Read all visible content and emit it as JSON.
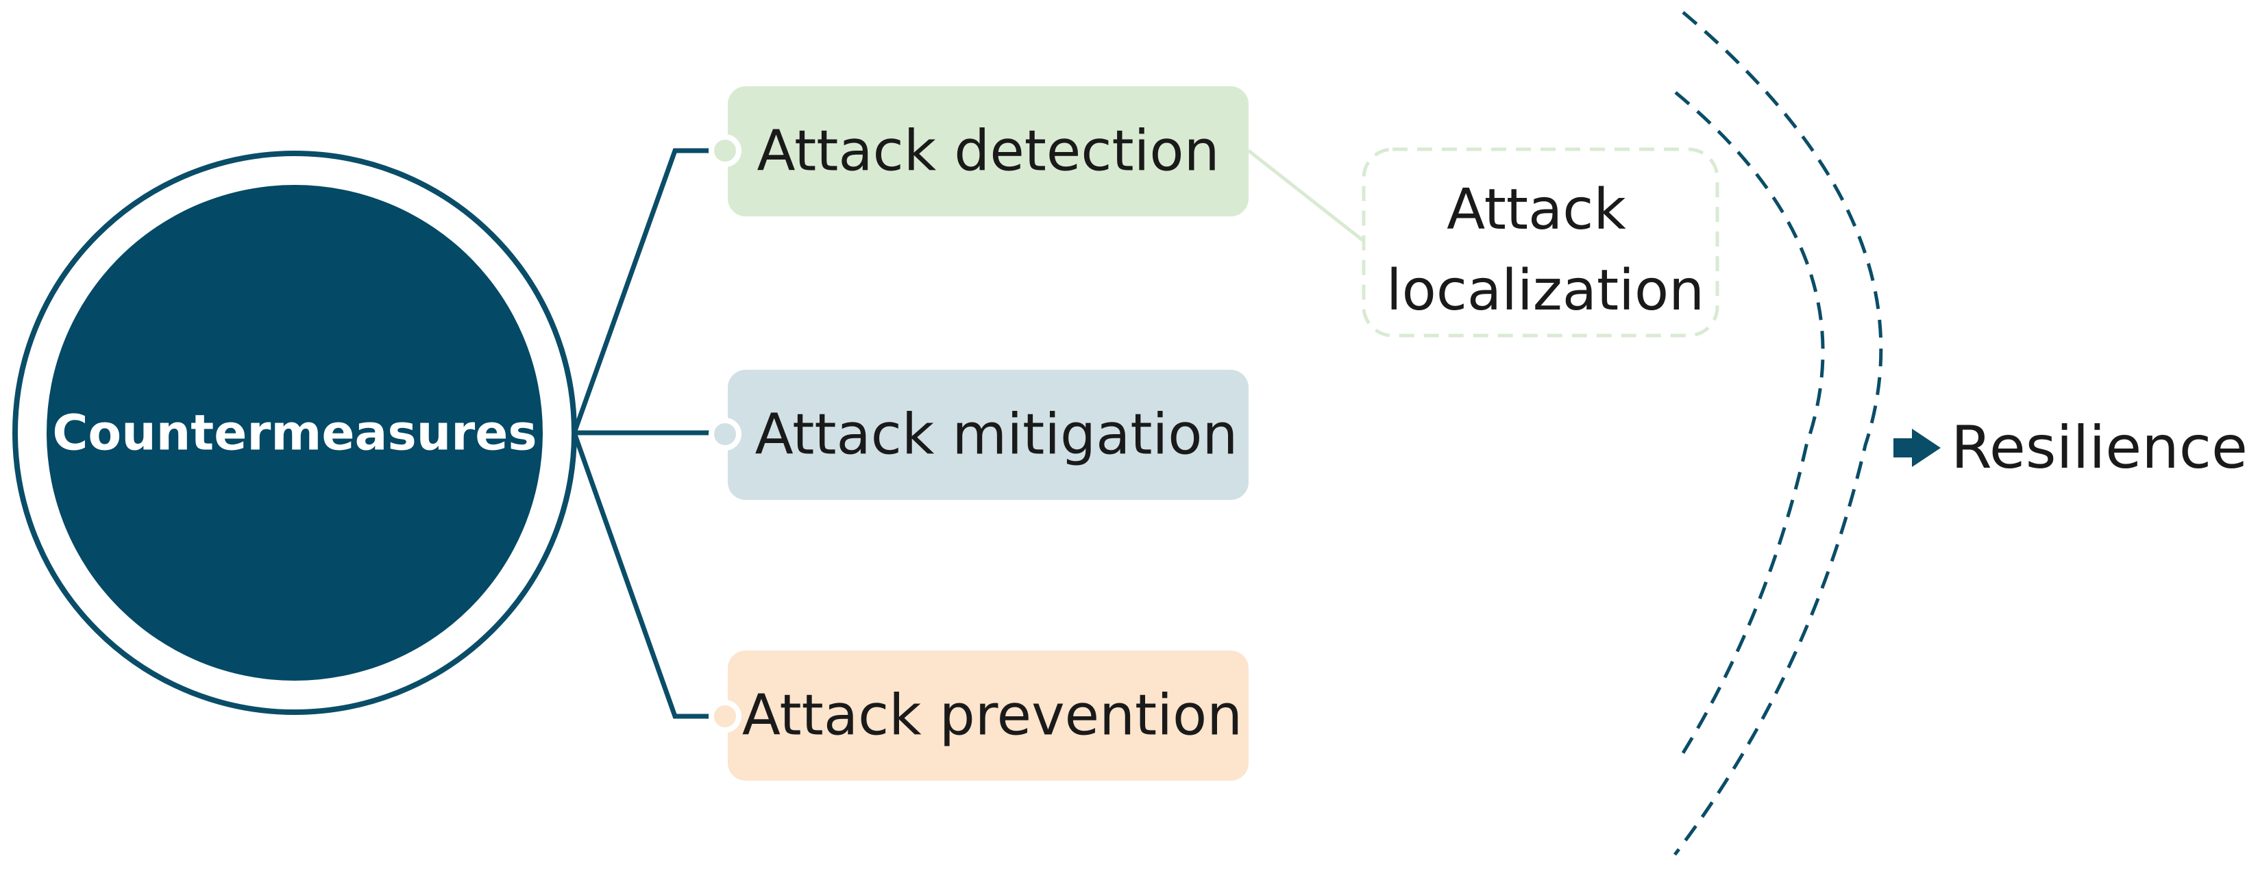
{
  "hub": {
    "label": "Countermeasures"
  },
  "branches": [
    {
      "label": "Attack detection"
    },
    {
      "label": "Attack mitigation"
    },
    {
      "label": "Attack prevention"
    }
  ],
  "sub_branch": {
    "line1": "Attack",
    "line2": "localization"
  },
  "result": {
    "label": "Resilience"
  },
  "colors": {
    "hub": "#044966",
    "detection_fill": "#d9ead3",
    "mitigation_fill": "#d1e0e4",
    "prevention_fill": "#fce4cd",
    "localization_border": "#d9ead3",
    "connector": "#0a4d68",
    "arrow": "#0a4d68"
  },
  "icons": {
    "result_arrow": "right-arrow-icon"
  }
}
